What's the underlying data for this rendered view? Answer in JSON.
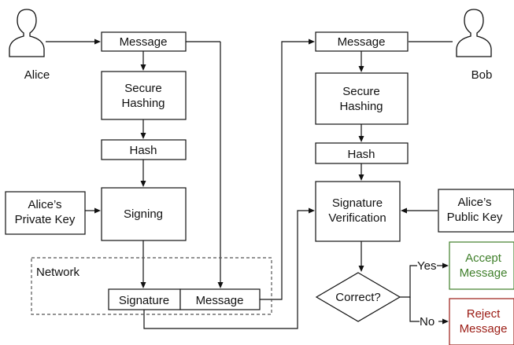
{
  "colors": {
    "accept": "#3f7f2a",
    "reject": "#9b1c14"
  },
  "sender": {
    "name": "Alice",
    "icon": "user-silhouette-icon"
  },
  "receiver": {
    "name": "Bob",
    "icon": "user-silhouette-icon"
  },
  "sign_side": {
    "message": "Message",
    "hashing": [
      "Secure",
      "Hashing"
    ],
    "hash": "Hash",
    "private_key": [
      "Alice’s",
      "Private Key"
    ],
    "signing": "Signing"
  },
  "network": {
    "label": "Network",
    "signature": "Signature",
    "message": "Message"
  },
  "verify_side": {
    "message": "Message",
    "hashing": [
      "Secure",
      "Hashing"
    ],
    "hash": "Hash",
    "verification": [
      "Signature",
      "Verification"
    ],
    "public_key": [
      "Alice’s",
      "Public Key"
    ],
    "decision": "Correct?",
    "yes_label": "Yes",
    "no_label": "No",
    "accept": [
      "Accept",
      "Message"
    ],
    "reject": [
      "Reject",
      "Message"
    ]
  }
}
